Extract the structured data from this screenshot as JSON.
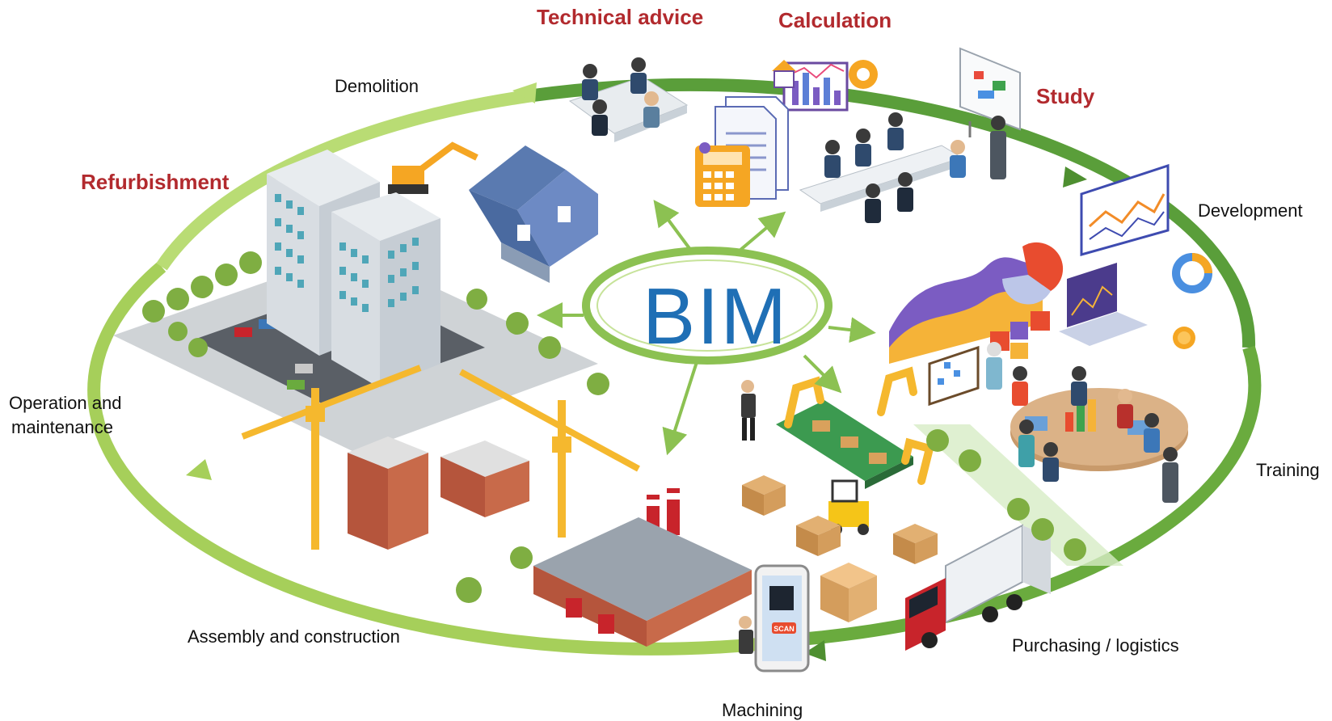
{
  "center": {
    "text": "BIM"
  },
  "stages": {
    "technical_advice": "Technical advice",
    "calculation": "Calculation",
    "study": "Study",
    "development": "Development",
    "training": "Training",
    "purchasing_logistics": "Purchasing / logistics",
    "machining": "Machining",
    "assembly_construction": "Assembly and construction",
    "operation_maintenance_line1": "Operation and",
    "operation_maintenance_line2": "maintenance",
    "refurbishment": "Refurbishment",
    "demolition": "Demolition"
  },
  "colors": {
    "highlight_label": "#b22a2e",
    "ring_dark": "#5a9e3a",
    "ring_light": "#b5d66a",
    "bim_text": "#1f6fb5"
  },
  "illustration_icons": [
    "meeting-table-icon",
    "house-demolition-icon",
    "excavator-icon",
    "calculator-icon",
    "document-icon",
    "chart-board-icon",
    "gear-icon",
    "presentation-board-icon",
    "office-building-icon",
    "tower-crane-icon",
    "factory-icon",
    "robot-arm-icon",
    "forklift-icon",
    "truck-icon",
    "tablet-scan-icon",
    "cardboard-box-icon",
    "area-chart-icon",
    "training-table-icon",
    "tree-icon",
    "parking-lot-icon"
  ],
  "scan_tag": "SCAN"
}
